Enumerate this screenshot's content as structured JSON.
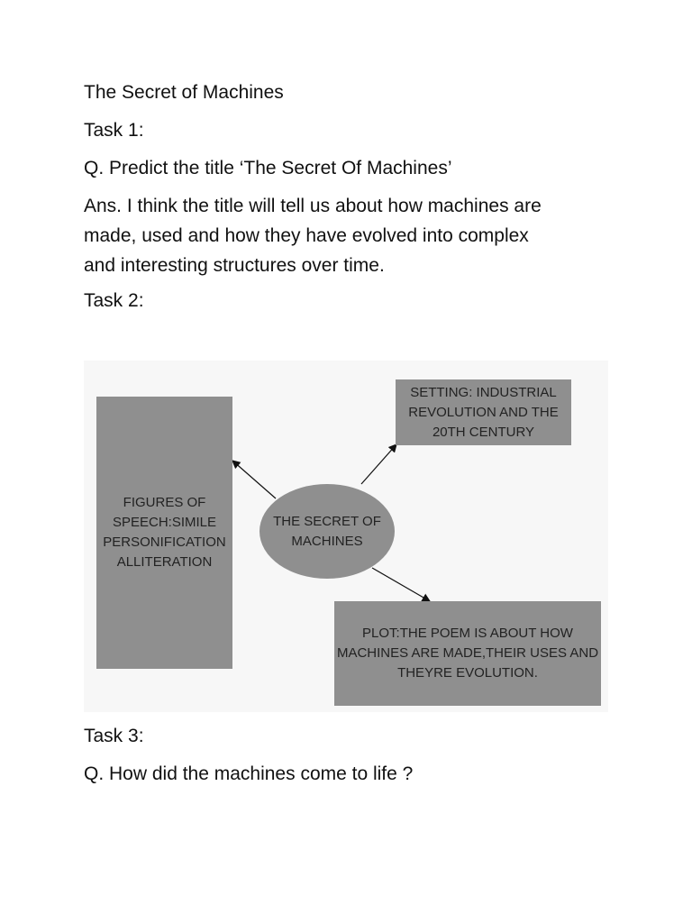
{
  "document": {
    "title": "The Secret of Machines",
    "task1_heading": "Task 1:",
    "question1": "Q. Predict the title ‘The Secret Of Machines’",
    "answer1_lines": [
      "Ans. I think the title will tell us about how machines are",
      "made, used and how they have evolved into complex",
      "and interesting structures over time."
    ],
    "task2_heading": "Task 2:",
    "task3_heading": "Task 3:",
    "question3": "Q. How did the machines come to life ?"
  },
  "diagram": {
    "center_lines": [
      "THE SECRET OF",
      "MACHINES"
    ],
    "figures_lines": [
      "FIGURES OF",
      "SPEECH:SIMILE",
      "PERSONIFICATION",
      "ALLITERATION"
    ],
    "setting_lines": [
      "SETTING: INDUSTRIAL",
      "REVOLUTION AND THE",
      "20TH CENTURY"
    ],
    "plot_lines": [
      "PLOT:THE POEM IS ABOUT HOW",
      "MACHINES ARE MADE,THEIR USES AND",
      "THEYRE EVOLUTION."
    ],
    "colors": {
      "box_fill": "#8f8f8f",
      "background": "#f7f7f7",
      "text": "#222222"
    }
  }
}
